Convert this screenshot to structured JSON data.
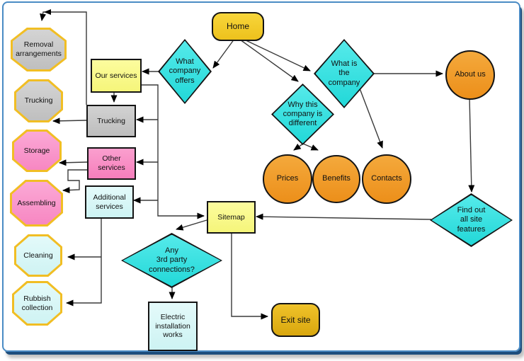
{
  "palette": {
    "frame_border": "#4a8bc4",
    "frame_shadow": "#1d4d7c",
    "terminator_fill": "#f2cb2a",
    "exit_fill": "#dfac15",
    "diamond_fill": "#30e0e0",
    "circle_fill": "#f09b28",
    "yellow_box": "#fbfb8f",
    "gray_box": "#c6c6c6",
    "pink_box": "#f88fc6",
    "cyan_box": "#ddf9f9",
    "octagon_border": "#f1be24",
    "arrow_color": "#3a3a3a"
  },
  "nodes": {
    "home": {
      "label": "Home",
      "shape": "terminator"
    },
    "exit_site": {
      "label": "Exit site",
      "shape": "terminator"
    },
    "what_company_offers": {
      "label": "What\ncompany\noffers",
      "shape": "decision"
    },
    "what_is_the_company": {
      "label": "What is\nthe\ncompany",
      "shape": "decision"
    },
    "why_this_company_is_different": {
      "label": "Why this\ncompany is\ndifferent",
      "shape": "decision"
    },
    "find_out_all_site_features": {
      "label": "Find out\nall site\nfeatures",
      "shape": "decision"
    },
    "any_3rd_party_connections": {
      "label": "Any\n3rd party\nconnections?",
      "shape": "decision"
    },
    "about_us": {
      "label": "About us",
      "shape": "circle"
    },
    "prices": {
      "label": "Prices",
      "shape": "circle"
    },
    "benefits": {
      "label": "Benefits",
      "shape": "circle"
    },
    "contacts": {
      "label": "Contacts",
      "shape": "circle"
    },
    "our_services": {
      "label": "Our services",
      "shape": "process"
    },
    "trucking_box": {
      "label": "Trucking",
      "shape": "process"
    },
    "other_services": {
      "label": "Other\nservices",
      "shape": "process"
    },
    "additional_services": {
      "label": "Additional\nservices",
      "shape": "process"
    },
    "sitemap": {
      "label": "Sitemap",
      "shape": "process"
    },
    "electric_installation_works": {
      "label": "Electric\ninstallation\nworks",
      "shape": "process"
    },
    "removal_arrangements": {
      "label": "Removal\narrangements",
      "shape": "octagon"
    },
    "trucking_octagon": {
      "label": "Trucking",
      "shape": "octagon"
    },
    "storage": {
      "label": "Storage",
      "shape": "octagon"
    },
    "assembling": {
      "label": "Assembling",
      "shape": "octagon"
    },
    "cleaning": {
      "label": "Cleaning",
      "shape": "octagon"
    },
    "rubbish_collection": {
      "label": "Rubbish\ncollection",
      "shape": "octagon"
    }
  },
  "edges": [
    {
      "from": "home",
      "to": "what_company_offers"
    },
    {
      "from": "home",
      "to": "what_is_the_company"
    },
    {
      "from": "home",
      "to": "why_this_company_is_different"
    },
    {
      "from": "what_company_offers",
      "to": "our_services"
    },
    {
      "from": "our_services",
      "to": "trucking_box"
    },
    {
      "from": "our_services",
      "to": "other_services"
    },
    {
      "from": "our_services",
      "to": "additional_services"
    },
    {
      "from": "our_services",
      "to": "sitemap"
    },
    {
      "from": "trucking_box",
      "to": "trucking_octagon"
    },
    {
      "from": "trucking_box",
      "to": "removal_arrangements"
    },
    {
      "from": "other_services",
      "to": "storage"
    },
    {
      "from": "other_services",
      "to": "assembling"
    },
    {
      "from": "additional_services",
      "to": "cleaning"
    },
    {
      "from": "additional_services",
      "to": "rubbish_collection"
    },
    {
      "from": "what_is_the_company",
      "to": "about_us"
    },
    {
      "from": "what_is_the_company",
      "to": "contacts"
    },
    {
      "from": "why_this_company_is_different",
      "to": "prices"
    },
    {
      "from": "why_this_company_is_different",
      "to": "benefits"
    },
    {
      "from": "about_us",
      "to": "find_out_all_site_features"
    },
    {
      "from": "find_out_all_site_features",
      "to": "sitemap"
    },
    {
      "from": "sitemap",
      "to": "any_3rd_party_connections"
    },
    {
      "from": "any_3rd_party_connections",
      "to": "electric_installation_works"
    },
    {
      "from": "sitemap",
      "to": "exit_site"
    }
  ]
}
